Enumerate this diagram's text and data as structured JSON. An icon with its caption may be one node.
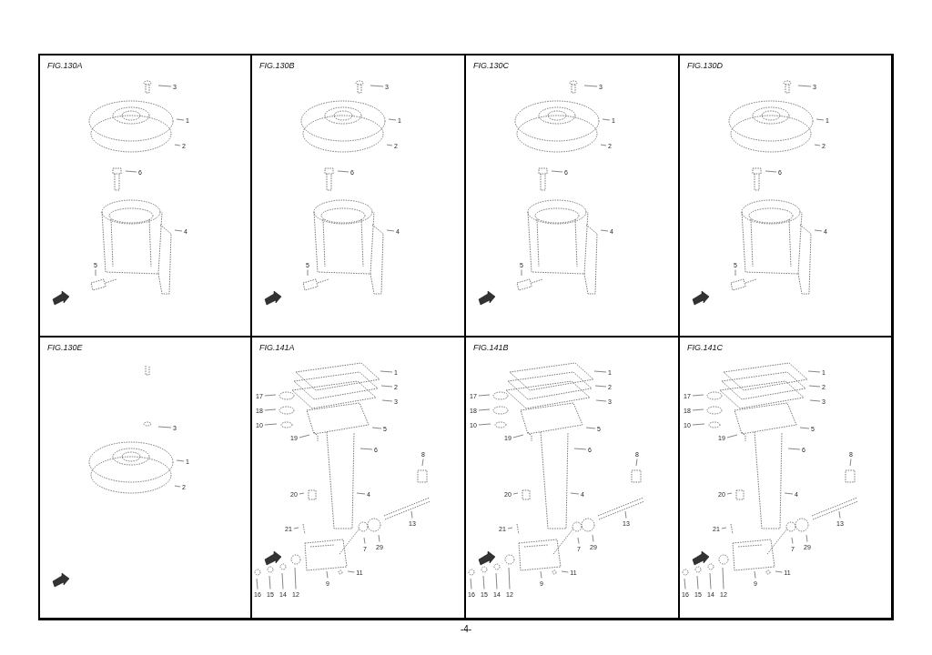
{
  "diagram": {
    "nodes": [
      {
        "text": [
          "FIG.130A"
        ]
      },
      {
        "text": [
          "3"
        ],
        "in": 0
      },
      {
        "text": [
          "1"
        ],
        "in": 0
      },
      {
        "text": [
          "2"
        ],
        "in": 0
      },
      {
        "text": [
          "6"
        ],
        "in": 0
      },
      {
        "text": [
          "4"
        ],
        "in": 0
      },
      {
        "text": [
          "5"
        ],
        "in": 0
      },
      {
        "text": [
          "FIG.130B"
        ]
      },
      {
        "text": [
          "3"
        ],
        "in": 7
      },
      {
        "text": [
          "1"
        ],
        "in": 7
      },
      {
        "text": [
          "2"
        ],
        "in": 7
      },
      {
        "text": [
          "6"
        ],
        "in": 7
      },
      {
        "text": [
          "4"
        ],
        "in": 7
      },
      {
        "text": [
          "5"
        ],
        "in": 7
      },
      {
        "text": [
          "FIG.130C"
        ]
      },
      {
        "text": [
          "3"
        ],
        "in": 14
      },
      {
        "text": [
          "1"
        ],
        "in": 14
      },
      {
        "text": [
          "2"
        ],
        "in": 14
      },
      {
        "text": [
          "6"
        ],
        "in": 14
      },
      {
        "text": [
          "4"
        ],
        "in": 14
      },
      {
        "text": [
          "5"
        ],
        "in": 14
      },
      {
        "text": [
          "FIG.130D"
        ]
      },
      {
        "text": [
          "3"
        ],
        "in": 21
      },
      {
        "text": [
          "1"
        ],
        "in": 21
      },
      {
        "text": [
          "2"
        ],
        "in": 21
      },
      {
        "text": [
          "6"
        ],
        "in": 21
      },
      {
        "text": [
          "4"
        ],
        "in": 21
      },
      {
        "text": [
          "5"
        ],
        "in": 21
      },
      {
        "text": [
          "FIG.130E"
        ]
      },
      {
        "text": [
          "3"
        ],
        "in": 28
      },
      {
        "text": [
          "1"
        ],
        "in": 28
      },
      {
        "text": [
          "2"
        ],
        "in": 28
      },
      {
        "text": [
          "FIG.141A"
        ]
      },
      {
        "text": [
          "1"
        ],
        "in": 32
      },
      {
        "text": [
          "2"
        ],
        "in": 32
      },
      {
        "text": [
          "3"
        ],
        "in": 32
      },
      {
        "text": [
          "17"
        ],
        "in": 32
      },
      {
        "text": [
          "18"
        ],
        "in": 32
      },
      {
        "text": [
          "10"
        ],
        "in": 32
      },
      {
        "text": [
          "19"
        ],
        "in": 32
      },
      {
        "text": [
          "5"
        ],
        "in": 32
      },
      {
        "text": [
          "6"
        ],
        "in": 32
      },
      {
        "text": [
          "8"
        ],
        "in": 32
      },
      {
        "text": [
          "4"
        ],
        "in": 32
      },
      {
        "text": [
          "20"
        ],
        "in": 32
      },
      {
        "text": [
          "13"
        ],
        "in": 32
      },
      {
        "text": [
          "21"
        ],
        "in": 32
      },
      {
        "text": [
          "29"
        ],
        "in": 32
      },
      {
        "text": [
          "7"
        ],
        "in": 32
      },
      {
        "text": [
          "11"
        ],
        "in": 32
      },
      {
        "text": [
          "9"
        ],
        "in": 32
      },
      {
        "text": [
          "12"
        ],
        "in": 32
      },
      {
        "text": [
          "14"
        ],
        "in": 32
      },
      {
        "text": [
          "15"
        ],
        "in": 32
      },
      {
        "text": [
          "16"
        ],
        "in": 32
      },
      {
        "text": [
          "FIG.141B"
        ]
      },
      {
        "text": [
          "1"
        ],
        "in": 55
      },
      {
        "text": [
          "2"
        ],
        "in": 55
      },
      {
        "text": [
          "3"
        ],
        "in": 55
      },
      {
        "text": [
          "17"
        ],
        "in": 55
      },
      {
        "text": [
          "18"
        ],
        "in": 55
      },
      {
        "text": [
          "10"
        ],
        "in": 55
      },
      {
        "text": [
          "19"
        ],
        "in": 55
      },
      {
        "text": [
          "5"
        ],
        "in": 55
      },
      {
        "text": [
          "6"
        ],
        "in": 55
      },
      {
        "text": [
          "8"
        ],
        "in": 55
      },
      {
        "text": [
          "4"
        ],
        "in": 55
      },
      {
        "text": [
          "20"
        ],
        "in": 55
      },
      {
        "text": [
          "13"
        ],
        "in": 55
      },
      {
        "text": [
          "21"
        ],
        "in": 55
      },
      {
        "text": [
          "29"
        ],
        "in": 55
      },
      {
        "text": [
          "7"
        ],
        "in": 55
      },
      {
        "text": [
          "11"
        ],
        "in": 55
      },
      {
        "text": [
          "9"
        ],
        "in": 55
      },
      {
        "text": [
          "12"
        ],
        "in": 55
      },
      {
        "text": [
          "14"
        ],
        "in": 55
      },
      {
        "text": [
          "15"
        ],
        "in": 55
      },
      {
        "text": [
          "16"
        ],
        "in": 55
      },
      {
        "text": [
          "FIG.141C"
        ]
      },
      {
        "text": [
          "1"
        ],
        "in": 78
      },
      {
        "text": [
          "2"
        ],
        "in": 78
      },
      {
        "text": [
          "3"
        ],
        "in": 78
      },
      {
        "text": [
          "17"
        ],
        "in": 78
      },
      {
        "text": [
          "18"
        ],
        "in": 78
      },
      {
        "text": [
          "10"
        ],
        "in": 78
      },
      {
        "text": [
          "19"
        ],
        "in": 78
      },
      {
        "text": [
          "5"
        ],
        "in": 78
      },
      {
        "text": [
          "6"
        ],
        "in": 78
      },
      {
        "text": [
          "8"
        ],
        "in": 78
      },
      {
        "text": [
          "4"
        ],
        "in": 78
      },
      {
        "text": [
          "20"
        ],
        "in": 78
      },
      {
        "text": [
          "13"
        ],
        "in": 78
      },
      {
        "text": [
          "21"
        ],
        "in": 78
      },
      {
        "text": [
          "29"
        ],
        "in": 78
      },
      {
        "text": [
          "7"
        ],
        "in": 78
      },
      {
        "text": [
          "11"
        ],
        "in": 78
      },
      {
        "text": [
          "9"
        ],
        "in": 78
      },
      {
        "text": [
          "12"
        ],
        "in": 78
      },
      {
        "text": [
          "14"
        ],
        "in": 78
      },
      {
        "text": [
          "15"
        ],
        "in": 78
      },
      {
        "text": [
          "16"
        ],
        "in": 78
      }
    ],
    "edges": [
      {
        "from": 1,
        "to": null,
        "arrow": "none"
      },
      {
        "from": 2,
        "to": null,
        "arrow": "none"
      },
      {
        "from": 3,
        "to": null,
        "arrow": "none"
      },
      {
        "from": 4,
        "to": null,
        "arrow": "none"
      },
      {
        "from": 5,
        "to": null,
        "arrow": "none"
      },
      {
        "from": 6,
        "to": null,
        "arrow": "none"
      },
      {
        "from": 8,
        "to": null,
        "arrow": "none"
      },
      {
        "from": 9,
        "to": null,
        "arrow": "none"
      },
      {
        "from": 10,
        "to": null,
        "arrow": "none"
      },
      {
        "from": 11,
        "to": null,
        "arrow": "none"
      },
      {
        "from": 12,
        "to": null,
        "arrow": "none"
      },
      {
        "from": 13,
        "to": null,
        "arrow": "none"
      },
      {
        "from": 15,
        "to": null,
        "arrow": "none"
      },
      {
        "from": 16,
        "to": null,
        "arrow": "none"
      },
      {
        "from": 17,
        "to": null,
        "arrow": "none"
      },
      {
        "from": 18,
        "to": null,
        "arrow": "none"
      },
      {
        "from": 19,
        "to": null,
        "arrow": "none"
      },
      {
        "from": 20,
        "to": null,
        "arrow": "none"
      },
      {
        "from": 22,
        "to": null,
        "arrow": "none"
      },
      {
        "from": 23,
        "to": null,
        "arrow": "none"
      },
      {
        "from": 24,
        "to": null,
        "arrow": "none"
      },
      {
        "from": 25,
        "to": null,
        "arrow": "none"
      },
      {
        "from": 26,
        "to": null,
        "arrow": "none"
      },
      {
        "from": 27,
        "to": null,
        "arrow": "none"
      },
      {
        "from": 29,
        "to": null,
        "arrow": "none"
      },
      {
        "from": 30,
        "to": null,
        "arrow": "none"
      },
      {
        "from": 31,
        "to": null,
        "arrow": "none"
      },
      {
        "from": 33,
        "to": null,
        "arrow": "none"
      },
      {
        "from": 34,
        "to": null,
        "arrow": "none"
      },
      {
        "from": 35,
        "to": null,
        "arrow": "none"
      },
      {
        "from": 36,
        "to": null,
        "arrow": "none"
      },
      {
        "from": 37,
        "to": null,
        "arrow": "none"
      },
      {
        "from": 38,
        "to": null,
        "arrow": "none"
      },
      {
        "from": 39,
        "to": null,
        "arrow": "none"
      },
      {
        "from": 40,
        "to": null,
        "arrow": "none"
      },
      {
        "from": 41,
        "to": null,
        "arrow": "none"
      },
      {
        "from": 42,
        "to": null,
        "arrow": "none"
      },
      {
        "from": 43,
        "to": null,
        "arrow": "none"
      },
      {
        "from": 44,
        "to": null,
        "arrow": "none"
      },
      {
        "from": 45,
        "to": null,
        "arrow": "none"
      },
      {
        "from": 46,
        "to": null,
        "arrow": "none"
      },
      {
        "from": 47,
        "to": null,
        "arrow": "none"
      },
      {
        "from": 48,
        "to": null,
        "arrow": "none"
      },
      {
        "from": 49,
        "to": null,
        "arrow": "none"
      },
      {
        "from": 50,
        "to": null,
        "arrow": "none"
      },
      {
        "from": 51,
        "to": null,
        "arrow": "none"
      },
      {
        "from": 52,
        "to": null,
        "arrow": "none"
      },
      {
        "from": 53,
        "to": null,
        "arrow": "none"
      },
      {
        "from": 54,
        "to": null,
        "arrow": "none"
      },
      {
        "from": 56,
        "to": null,
        "arrow": "none"
      },
      {
        "from": 57,
        "to": null,
        "arrow": "none"
      },
      {
        "from": 58,
        "to": null,
        "arrow": "none"
      },
      {
        "from": 59,
        "to": null,
        "arrow": "none"
      },
      {
        "from": 60,
        "to": null,
        "arrow": "none"
      },
      {
        "from": 61,
        "to": null,
        "arrow": "none"
      },
      {
        "from": 62,
        "to": null,
        "arrow": "none"
      },
      {
        "from": 63,
        "to": null,
        "arrow": "none"
      },
      {
        "from": 64,
        "to": null,
        "arrow": "none"
      },
      {
        "from": 65,
        "to": null,
        "arrow": "none"
      },
      {
        "from": 66,
        "to": null,
        "arrow": "none"
      },
      {
        "from": 67,
        "to": null,
        "arrow": "none"
      },
      {
        "from": 68,
        "to": null,
        "arrow": "none"
      },
      {
        "from": 69,
        "to": null,
        "arrow": "none"
      },
      {
        "from": 70,
        "to": null,
        "arrow": "none"
      },
      {
        "from": 71,
        "to": null,
        "arrow": "none"
      },
      {
        "from": 72,
        "to": null,
        "arrow": "none"
      },
      {
        "from": 73,
        "to": null,
        "arrow": "none"
      },
      {
        "from": 74,
        "to": null,
        "arrow": "none"
      },
      {
        "from": 75,
        "to": null,
        "arrow": "none"
      },
      {
        "from": 76,
        "to": null,
        "arrow": "none"
      },
      {
        "from": 77,
        "to": null,
        "arrow": "none"
      },
      {
        "from": 79,
        "to": null,
        "arrow": "none"
      },
      {
        "from": 80,
        "to": null,
        "arrow": "none"
      },
      {
        "from": 81,
        "to": null,
        "arrow": "none"
      },
      {
        "from": 82,
        "to": null,
        "arrow": "none"
      },
      {
        "from": 83,
        "to": null,
        "arrow": "none"
      },
      {
        "from": 84,
        "to": null,
        "arrow": "none"
      },
      {
        "from": 85,
        "to": null,
        "arrow": "none"
      },
      {
        "from": 86,
        "to": null,
        "arrow": "none"
      },
      {
        "from": 87,
        "to": null,
        "arrow": "none"
      },
      {
        "from": 88,
        "to": null,
        "arrow": "none"
      },
      {
        "from": 89,
        "to": null,
        "arrow": "none"
      },
      {
        "from": 90,
        "to": null,
        "arrow": "none"
      },
      {
        "from": 91,
        "to": null,
        "arrow": "none"
      },
      {
        "from": 92,
        "to": null,
        "arrow": "none"
      },
      {
        "from": 93,
        "to": null,
        "arrow": "none"
      },
      {
        "from": 94,
        "to": null,
        "arrow": "none"
      },
      {
        "from": 95,
        "to": null,
        "arrow": "none"
      },
      {
        "from": 96,
        "to": null,
        "arrow": "none"
      },
      {
        "from": 97,
        "to": null,
        "arrow": "none"
      },
      {
        "from": 98,
        "to": null,
        "arrow": "none"
      },
      {
        "from": 99,
        "to": null,
        "arrow": "none"
      },
      {
        "from": 100,
        "to": null,
        "arrow": "none"
      }
    ],
    "labels": [
      "-4-"
    ]
  }
}
